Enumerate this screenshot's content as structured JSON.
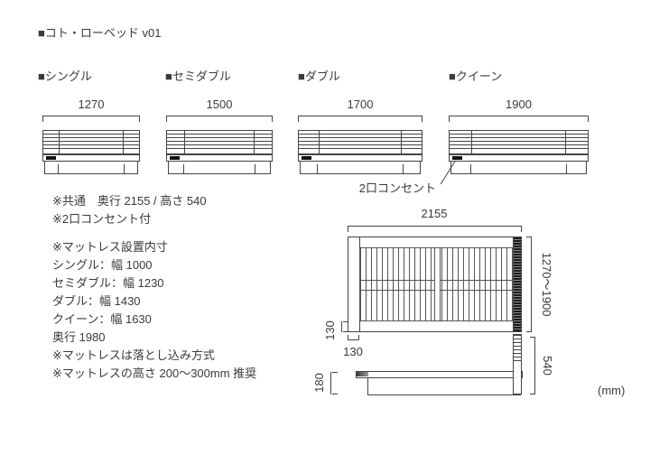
{
  "title": "■コト・ローベッド v01",
  "beds": [
    {
      "name": "■シングル",
      "width": "1270"
    },
    {
      "name": "■セミダブル",
      "width": "1500"
    },
    {
      "name": "■ダブル",
      "width": "1700"
    },
    {
      "name": "■クイーン",
      "width": "1900"
    }
  ],
  "outlet_callout": "2口コンセント",
  "notes_common": [
    "※共通　奥行 2155 / 高さ 540",
    "※2口コンセント付"
  ],
  "notes_mattress": [
    "※マットレス設置内寸",
    "シングル：幅 1000",
    "セミダブル：幅 1230",
    "ダブル：幅 1430",
    "クイーン：幅 1630",
    "奥行 1980",
    "※マットレスは落とし込み方式",
    "※マットレスの高さ 200～300mm 推奨"
  ],
  "plan_view": {
    "depth": "2155",
    "width_range": "1270～1900",
    "side_rail_width": "130",
    "foot_rail_width": "130"
  },
  "side_view": {
    "total_height": "540",
    "platform_height": "180"
  },
  "unit_note": "(mm)",
  "colors": {
    "line": "#444444",
    "text": "#3a3a3a"
  }
}
